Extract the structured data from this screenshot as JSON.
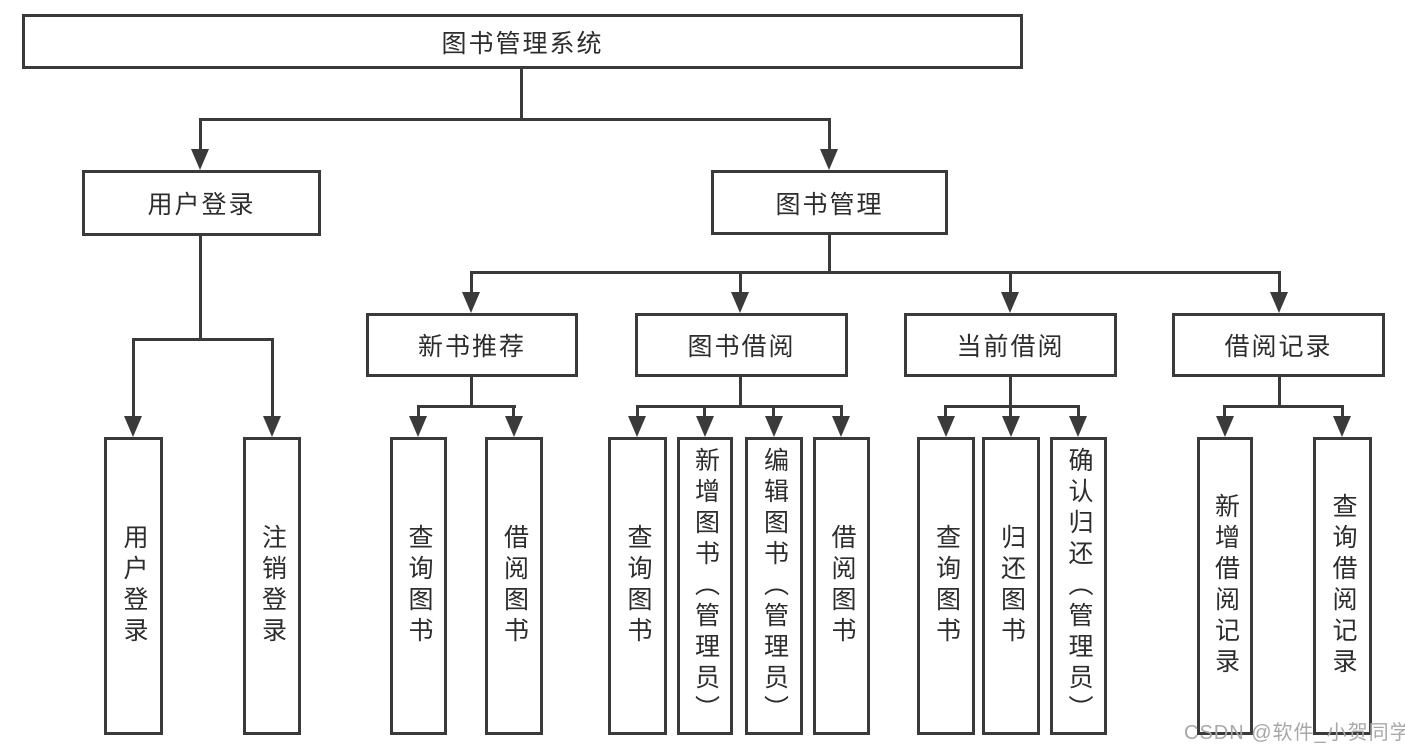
{
  "colors": {
    "line": "#3a3a3a",
    "text": "#2d2d2d",
    "watermark": "#a8a8a8",
    "background": "#ffffff"
  },
  "nodes": {
    "root": {
      "label": "图书管理系统"
    },
    "user_login": {
      "label": "用户登录"
    },
    "book_mgmt": {
      "label": "图书管理"
    },
    "new_book": {
      "label": "新书推荐"
    },
    "book_borrow": {
      "label": "图书借阅"
    },
    "current_borrow": {
      "label": "当前借阅"
    },
    "borrow_record": {
      "label": "借阅记录"
    },
    "leaves": [
      {
        "label": "用户登录"
      },
      {
        "label": "注销登录"
      },
      {
        "label": "查询图书"
      },
      {
        "label": "借阅图书"
      },
      {
        "label": "查询图书"
      },
      {
        "label": "新增图书（管理员）"
      },
      {
        "label": "编辑图书（管理员）"
      },
      {
        "label": "借阅图书"
      },
      {
        "label": "查询图书"
      },
      {
        "label": "归还图书"
      },
      {
        "label": "确认归还（管理员）"
      },
      {
        "label": "新增借阅记录"
      },
      {
        "label": "查询借阅记录"
      }
    ]
  },
  "watermark": "CSDN @软件_小贺同学"
}
